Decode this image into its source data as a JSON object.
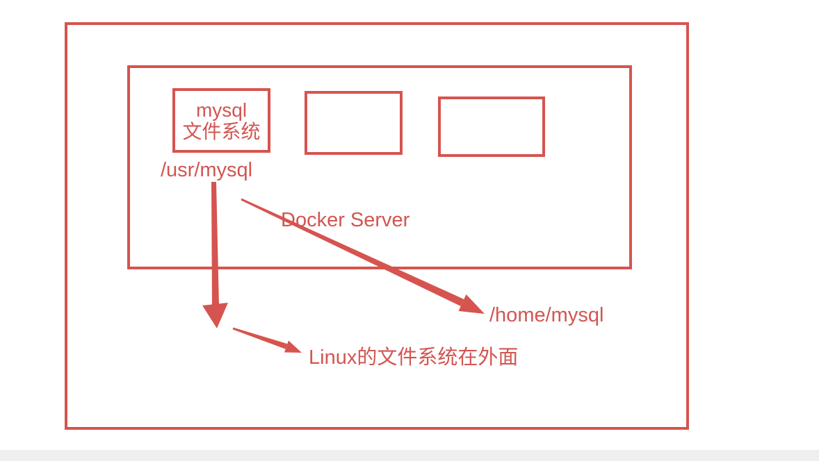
{
  "colors": {
    "accent": "#d6544f",
    "text": "#d25551",
    "background": "#ffffff",
    "bottom_bar": "#efefef"
  },
  "diagram": {
    "docker_server_label": "Docker Server",
    "mysql_box": {
      "line1": "mysql",
      "line2": "文件系统"
    },
    "container_path_label": "/usr/mysql",
    "host_path_label": "/home/mysql",
    "note_label": "Linux的文件系统在外面"
  }
}
